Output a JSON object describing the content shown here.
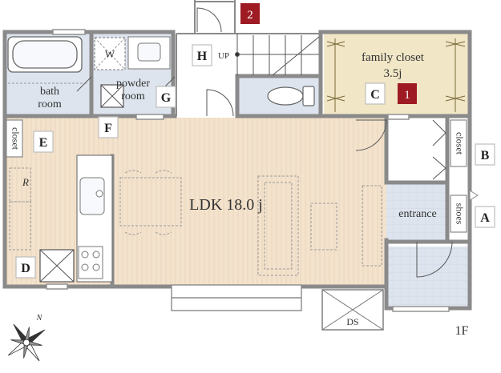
{
  "floor": "1F",
  "rooms": {
    "bath": [
      "bath",
      "room"
    ],
    "powder": [
      "powder",
      "room"
    ],
    "ldk": "LDK 18.0 j",
    "family_closet": [
      "family closet",
      "3.5j"
    ],
    "entrance": "entrance",
    "shoes": "shoes",
    "closet_left": "closet",
    "closet_right": "closet",
    "ds": "DS",
    "up": "UP"
  },
  "fixtures": {
    "washer": "W",
    "fridge": "R"
  },
  "markers": {
    "white": [
      "A",
      "B",
      "C",
      "D",
      "E",
      "F",
      "G",
      "H"
    ],
    "red": [
      "1",
      "2"
    ]
  },
  "compass": {
    "north": "N"
  },
  "colors": {
    "wall": "#8a8a8a",
    "floor_wood": "#f3e2cc",
    "floor_tile": "#dde4ee",
    "closet_fill": "#f1e6c6",
    "marker_red": "#9e1b24"
  }
}
